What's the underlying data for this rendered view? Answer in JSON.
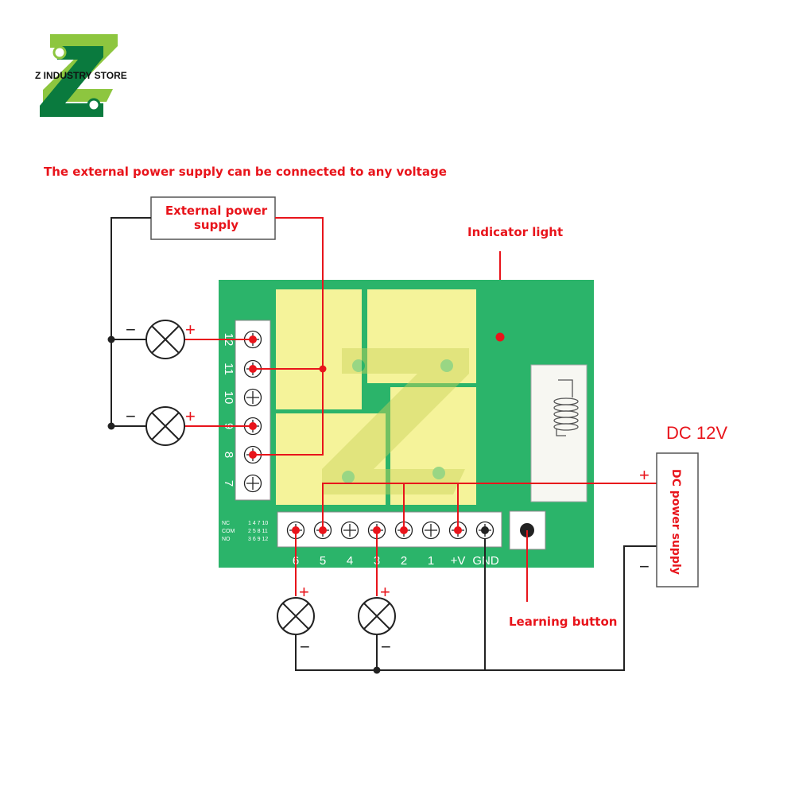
{
  "brand": {
    "store_name": "Z INDUSTRY STORE",
    "logo_letters": "ZZ",
    "colors": {
      "light_green": "#8dc63f",
      "dark_green": "#0a7a3e"
    }
  },
  "captions": {
    "voltage_note": "The external power supply can be connected to any voltage",
    "external_supply_line1": "External power",
    "external_supply_line2": "supply",
    "indicator_light": "Indicator light",
    "dc_12v": "DC 12V",
    "dc_power_supply": "DC power supply",
    "learning_button": "Learning button"
  },
  "left_terminals": [
    "12",
    "11",
    "10",
    "9",
    "8",
    "7"
  ],
  "bottom_terminals": [
    "6",
    "5",
    "4",
    "3",
    "2",
    "1",
    "+V",
    "GND"
  ],
  "contact_legend": [
    {
      "label": "NC",
      "pins": "1 4 7 10"
    },
    {
      "label": "COM",
      "pins": "2 5 8 11"
    },
    {
      "label": "NO",
      "pins": "3 6 9 12"
    }
  ],
  "polarity": {
    "plus": "+",
    "minus": "−"
  },
  "colors": {
    "board": "#2bb46a",
    "relay": "#f5f39a",
    "wire_red": "#e8141b",
    "wire_black": "#222222",
    "terminal_strip": "#ffffff"
  }
}
